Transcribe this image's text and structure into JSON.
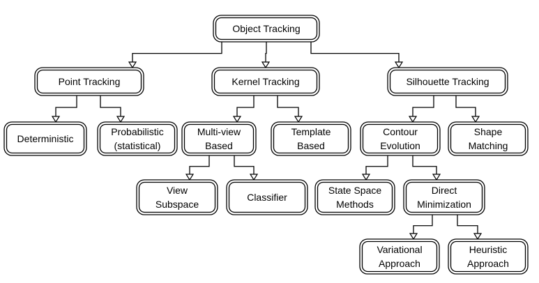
{
  "nodes": {
    "object_tracking": [
      "Object Tracking"
    ],
    "point_tracking": [
      "Point Tracking"
    ],
    "kernel_tracking": [
      "Kernel Tracking"
    ],
    "silhouette_tracking": [
      "Silhouette Tracking"
    ],
    "deterministic": [
      "Deterministic"
    ],
    "probabilistic": [
      "Probabilistic",
      "(statistical)"
    ],
    "multi_view": [
      "Multi-view",
      "Based"
    ],
    "template": [
      "Template",
      "Based"
    ],
    "contour_evolution": [
      "Contour",
      "Evolution"
    ],
    "shape_matching": [
      "Shape",
      "Matching"
    ],
    "view_subspace": [
      "View",
      "Subspace"
    ],
    "classifier": [
      "Classifier"
    ],
    "state_space": [
      "State Space",
      "Methods"
    ],
    "direct_minimization": [
      "Direct",
      "Minimization"
    ],
    "variational": [
      "Variational",
      "Approach"
    ],
    "heuristic": [
      "Heuristic",
      "Approach"
    ]
  },
  "edges": [
    [
      "object_tracking",
      "point_tracking"
    ],
    [
      "object_tracking",
      "kernel_tracking"
    ],
    [
      "object_tracking",
      "silhouette_tracking"
    ],
    [
      "point_tracking",
      "deterministic"
    ],
    [
      "point_tracking",
      "probabilistic"
    ],
    [
      "kernel_tracking",
      "multi_view"
    ],
    [
      "kernel_tracking",
      "template"
    ],
    [
      "silhouette_tracking",
      "contour_evolution"
    ],
    [
      "silhouette_tracking",
      "shape_matching"
    ],
    [
      "multi_view",
      "view_subspace"
    ],
    [
      "multi_view",
      "classifier"
    ],
    [
      "contour_evolution",
      "state_space"
    ],
    [
      "contour_evolution",
      "direct_minimization"
    ],
    [
      "direct_minimization",
      "variational"
    ],
    [
      "direct_minimization",
      "heuristic"
    ]
  ]
}
